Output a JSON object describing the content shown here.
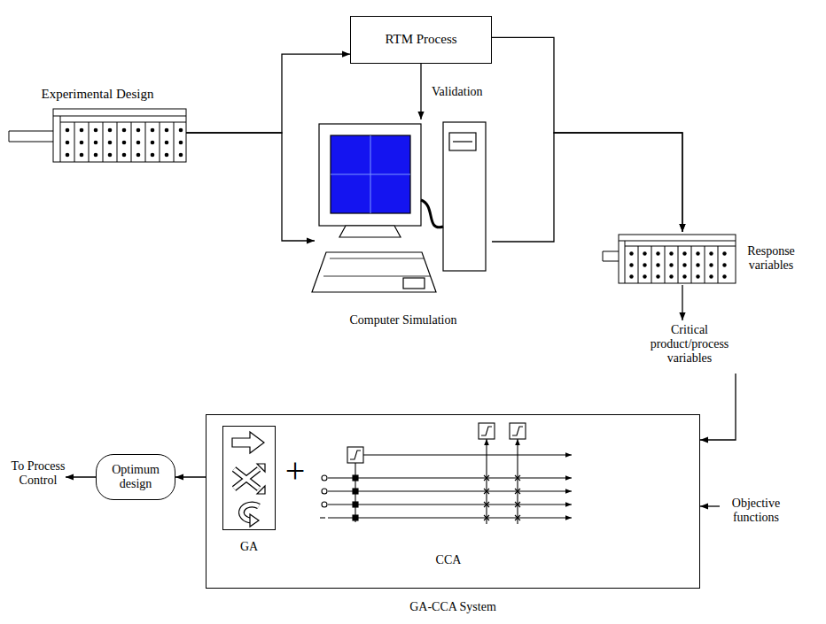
{
  "diagram": {
    "nodes": [
      {
        "text": [
          "Experimental Design"
        ]
      },
      {
        "text": [
          "RTM Process"
        ]
      },
      {
        "text": [
          "Computer Simulation"
        ]
      },
      {
        "text": [
          "Response variables"
        ]
      },
      {
        "text": [
          "Critical product/process variables"
        ]
      },
      {
        "text": [
          "GA-CCA System"
        ]
      },
      {
        "text": [
          "GA"
        ],
        "in": 5
      },
      {
        "text": [
          "CCA"
        ],
        "in": 5
      },
      {
        "text": [
          "Objective functions"
        ]
      },
      {
        "text": [
          "Optimum design"
        ]
      },
      {
        "text": [
          "To Process Control"
        ]
      }
    ],
    "edges": [
      {
        "from": 0,
        "to": 1,
        "arrow": "to"
      },
      {
        "from": 0,
        "to": 2,
        "arrow": "to"
      },
      {
        "from": 1,
        "to": 2,
        "label": "Validation",
        "arrow": "to"
      },
      {
        "from": 1,
        "to": 3,
        "arrow": "to"
      },
      {
        "from": 2,
        "to": 3,
        "arrow": "to"
      },
      {
        "from": 3,
        "to": 4,
        "arrow": "to"
      },
      {
        "from": 4,
        "to": 5,
        "arrow": "to"
      },
      {
        "from": 8,
        "to": 5,
        "arrow": "to"
      },
      {
        "from": 5,
        "to": 9,
        "arrow": "to"
      },
      {
        "from": 9,
        "to": 10,
        "arrow": "to"
      }
    ],
    "labels": [
      "+"
    ]
  }
}
